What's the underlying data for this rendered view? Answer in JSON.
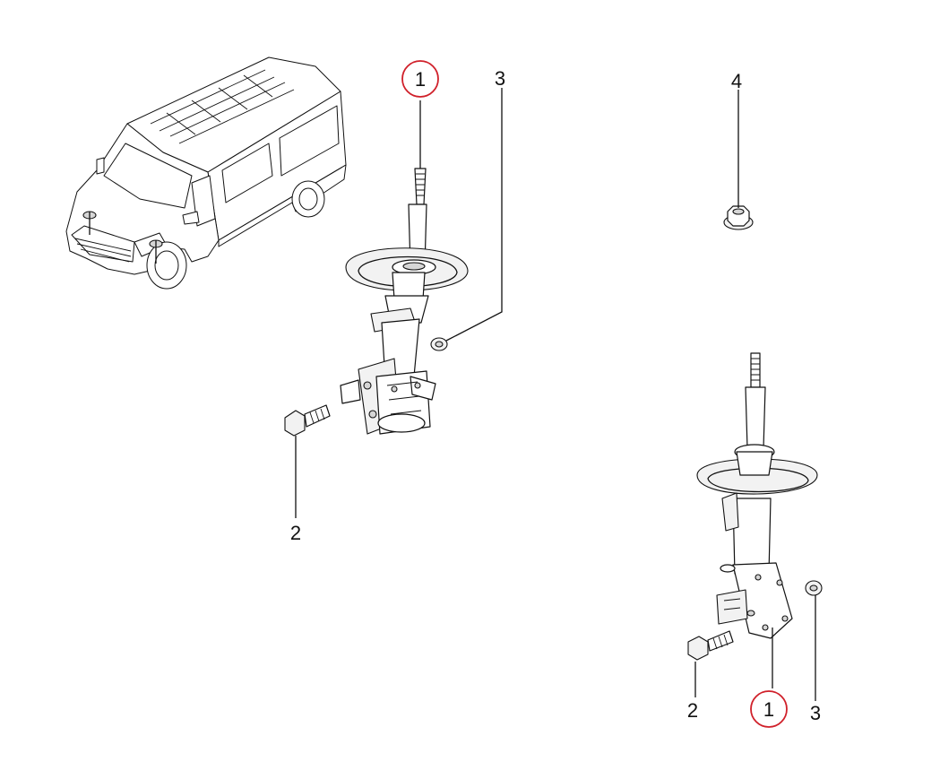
{
  "callouts": {
    "left_strut_part": "1",
    "left_washer": "3",
    "left_bolt": "2",
    "nut": "4",
    "right_bolt": "2",
    "right_strut_part": "1",
    "right_washer": "3"
  },
  "highlight_color": "#d0202a",
  "line_color": "#111111"
}
